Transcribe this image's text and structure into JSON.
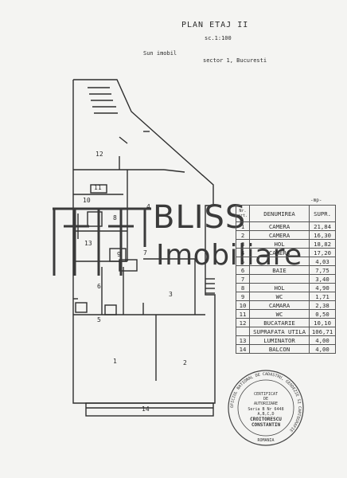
{
  "header": {
    "title": "PLAN ETAJ II",
    "scale": "sc.1:100",
    "address_line1": "Sun imobil",
    "address_line2": "sector 1, Bucuresti"
  },
  "logo": {
    "line1": "BLISS",
    "line2": "Imobiliare"
  },
  "plan_labels": [
    "1",
    "2",
    "3",
    "4",
    "5",
    "6",
    "7",
    "8",
    "9",
    "10",
    "11",
    "12",
    "13",
    "14"
  ],
  "table": {
    "unit": "-mp-",
    "headers": [
      "Nr. crt.",
      "DENUMIREA",
      "SUPR."
    ],
    "rows": [
      {
        "nr": "1",
        "name": "CAMERA",
        "area": "21,84"
      },
      {
        "nr": "2",
        "name": "CAMERA",
        "area": "16,30"
      },
      {
        "nr": "3",
        "name": "HOL",
        "area": "18,82"
      },
      {
        "nr": "4",
        "name": "CAMERA",
        "area": "17,20"
      },
      {
        "nr": "5",
        "name": "",
        "area": "4,03"
      },
      {
        "nr": "6",
        "name": "BAIE",
        "area": "7,75"
      },
      {
        "nr": "7",
        "name": "",
        "area": "3,40"
      },
      {
        "nr": "8",
        "name": "HOL",
        "area": "4,90"
      },
      {
        "nr": "9",
        "name": "WC",
        "area": "1,71"
      },
      {
        "nr": "10",
        "name": "CAMARA",
        "area": "2,38"
      },
      {
        "nr": "11",
        "name": "WC",
        "area": "0,50"
      },
      {
        "nr": "12",
        "name": "BUCATARIE",
        "area": "10,10"
      },
      {
        "nr": "",
        "name": "SUPRAFATA UTILA",
        "area": "106,71"
      },
      {
        "nr": "13",
        "name": "LUMINATOR",
        "area": "4,00"
      },
      {
        "nr": "14",
        "name": "BALCON",
        "area": "4,00"
      }
    ]
  },
  "stamp": {
    "ring_text": "OFICIUL NATIONAL DE CADASTRU, GEODEZIE SI CARTOGRAFIE",
    "line1": "CERTIFICAT",
    "line2": "DE",
    "line3": "AUTORIZARE",
    "line4": "Seria B Nr 6448",
    "line5": "A,B,C,D",
    "name1": "CROITORESCU",
    "name2": "CONSTANTIN",
    "country": "ROMANIA"
  },
  "colors": {
    "ink": "#2b2b2b",
    "paper": "#f4f4f2",
    "logo": "#3a3a3a"
  }
}
